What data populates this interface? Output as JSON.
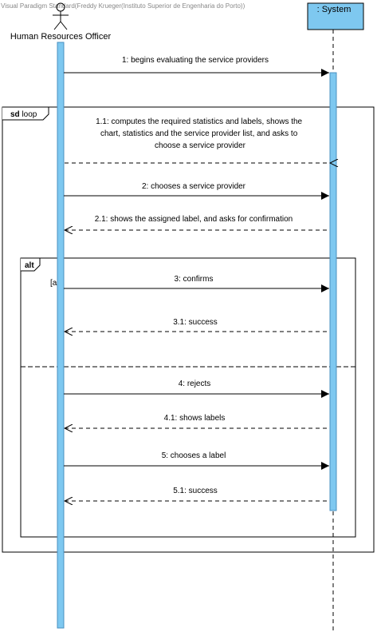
{
  "watermark": "Visual Paradigm Standard(Freddy Krueger(Instituto Superior de Engenharia do Porto))",
  "actor": {
    "name": "Human Resources Officer"
  },
  "system": {
    "name": ": System"
  },
  "colors": {
    "activation": "#7ec8f0",
    "activation_border": "#4a90c0",
    "system_box": "#7ec8f0",
    "line": "#000000",
    "frame": "#000000"
  },
  "frames": {
    "loop": {
      "keyword": "sd",
      "label": "loop"
    },
    "alt": {
      "label": "alt",
      "guard": "[alt]"
    }
  },
  "messages": [
    {
      "id": "m1",
      "kind": "sync",
      "lines": [
        "1: begins evaluating the service providers"
      ]
    },
    {
      "id": "m1_1",
      "kind": "return",
      "lines": [
        "1.1: computes the required statistics and labels, shows the",
        "chart, statistics and the service provider list, and asks to",
        "choose a service provider"
      ]
    },
    {
      "id": "m2",
      "kind": "sync",
      "lines": [
        "2: chooses a service provider"
      ]
    },
    {
      "id": "m2_1",
      "kind": "return",
      "lines": [
        "2.1: shows the assigned label, and asks for confirmation"
      ]
    },
    {
      "id": "m3",
      "kind": "sync",
      "lines": [
        "3: confirms"
      ]
    },
    {
      "id": "m3_1",
      "kind": "return",
      "lines": [
        "3.1: success"
      ]
    },
    {
      "id": "m4",
      "kind": "sync",
      "lines": [
        "4: rejects"
      ]
    },
    {
      "id": "m4_1",
      "kind": "return",
      "lines": [
        "4.1: shows labels"
      ]
    },
    {
      "id": "m5",
      "kind": "sync",
      "lines": [
        "5: chooses a label"
      ]
    },
    {
      "id": "m5_1",
      "kind": "return",
      "lines": [
        "5.1: success"
      ]
    }
  ]
}
